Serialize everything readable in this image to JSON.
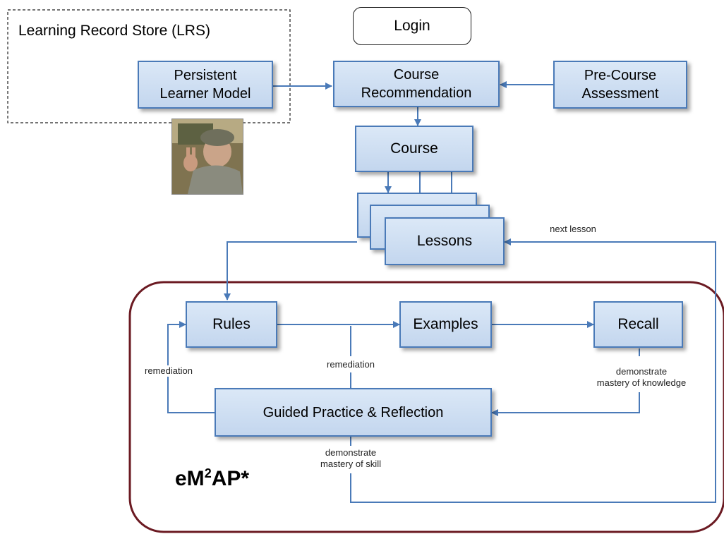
{
  "lrs": {
    "title": "Learning Record Store (LRS)"
  },
  "nodes": {
    "login": "Login",
    "persistent_learner_model": "Persistent\nLearner Model",
    "course_recommendation": "Course\nRecommendation",
    "pre_course_assessment": "Pre-Course\nAssessment",
    "course": "Course",
    "lessons": "Lessons",
    "rules": "Rules",
    "examples": "Examples",
    "recall": "Recall",
    "guided_practice": "Guided Practice & Reflection"
  },
  "edge_labels": {
    "next_lesson": "next lesson",
    "remediation_left": "remediation",
    "remediation_center": "remediation",
    "mastery_knowledge": "demonstrate\nmastery of knowledge",
    "mastery_skill": "demonstrate\nmastery of skill"
  },
  "brand": {
    "base": "eM",
    "superscript": "2",
    "rest": "AP*"
  },
  "colors": {
    "box_fill": "#c9dbf1",
    "box_border": "#4a7ab8",
    "arrow": "#4a7ab8",
    "frame": "#6b1a22"
  }
}
